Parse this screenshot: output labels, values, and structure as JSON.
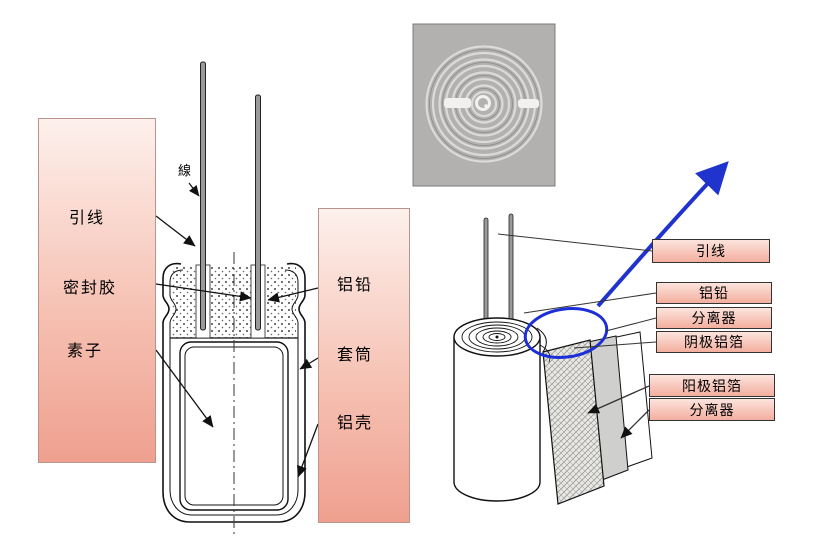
{
  "left_panel": {
    "labels": [
      "引线",
      "密封胶",
      "素子"
    ]
  },
  "mid_panel": {
    "labels": [
      "铝铅",
      "套筒",
      "铝壳"
    ]
  },
  "lead_note": "線",
  "part_tags": [
    "引线",
    "铝铅",
    "分离器",
    "阴极铝箔",
    "阳极铝箔",
    "分离器"
  ],
  "colors": {
    "tag_gradient_top": "#fce4dd",
    "tag_gradient_bottom": "#f3ae9e",
    "callout_blue": "#2033cc",
    "photo_gray": "#b2b1af"
  }
}
